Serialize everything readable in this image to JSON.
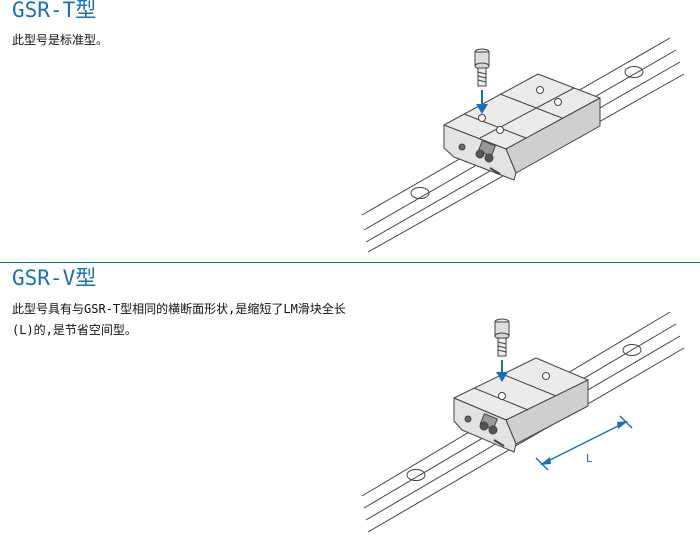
{
  "colors": {
    "accent": "#1a6fb4",
    "line": "#444444",
    "block_light": "#ebebeb",
    "block_mid": "#cfcfcf"
  },
  "sections": [
    {
      "title": "GSR-T型",
      "description": "此型号是标准型。"
    },
    {
      "title": "GSR-V型",
      "description": "此型号具有与GSR-T型相同的横断面形状,是缩短了LM滑块全长(L)的,是节省空间型。",
      "dimension_label": "L"
    }
  ]
}
